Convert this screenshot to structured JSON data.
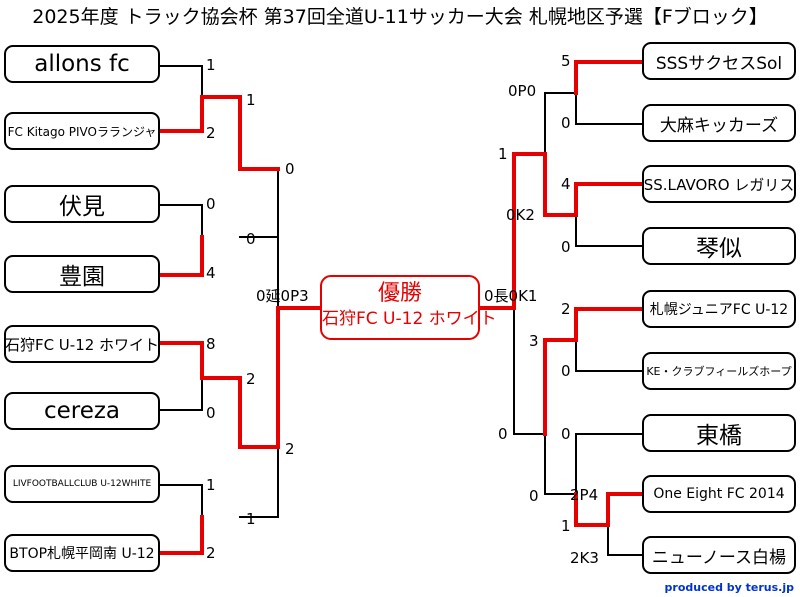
{
  "title": "2025年度 トラック協会杯 第37回全道U-11サッカー大会 札幌地区予選【Fブロック】",
  "champion": {
    "label": "優勝",
    "name": "石狩FC U-12 ホワイト"
  },
  "left_teams": [
    "allons fc",
    "FC Kitago PIVOラランジャ",
    "伏見",
    "豊園",
    "石狩FC U-12 ホワイト",
    "cereza",
    "LIVFOOTBALLCLUB U-12WHITE",
    "BTOP札幌平岡南 U-12"
  ],
  "right_teams": [
    "SSSサクセスSol",
    "大麻キッカーズ",
    "SS.LAVORO レガリス",
    "琴似",
    "札幌ジュニアFC U-12",
    "KE・クラブフィールズホープ",
    "東橋",
    "One Eight FC 2014",
    "ニューノース白楊"
  ],
  "scores": {
    "l1": "1",
    "l2": "2",
    "l3": "0",
    "l4": "4",
    "l5": "8",
    "l6": "0",
    "l7": "1",
    "l8": "2",
    "lr2a": "1",
    "lr2b": "0",
    "lr2c": "2",
    "lr2d": "1",
    "lsf_top": "0",
    "lsf_bot": "2",
    "final_left": "0延0P3",
    "r1": "5",
    "r2": "0",
    "r3": "4",
    "r4": "0",
    "r5": "2",
    "r6": "0",
    "r7": "0",
    "r9": "2K3",
    "r8_1st": "2P4",
    "r8_2nd": "1",
    "rr2a": "0P0",
    "rr2b": "0K2",
    "rr2c": "3",
    "rr2d": "0",
    "rsf_top": "1",
    "final_right": "0長0K1"
  },
  "colors": {
    "winner_line": "#e60000",
    "loser_line": "#000000",
    "credit": "#0033cc"
  },
  "credit": "produced by terus.jp"
}
